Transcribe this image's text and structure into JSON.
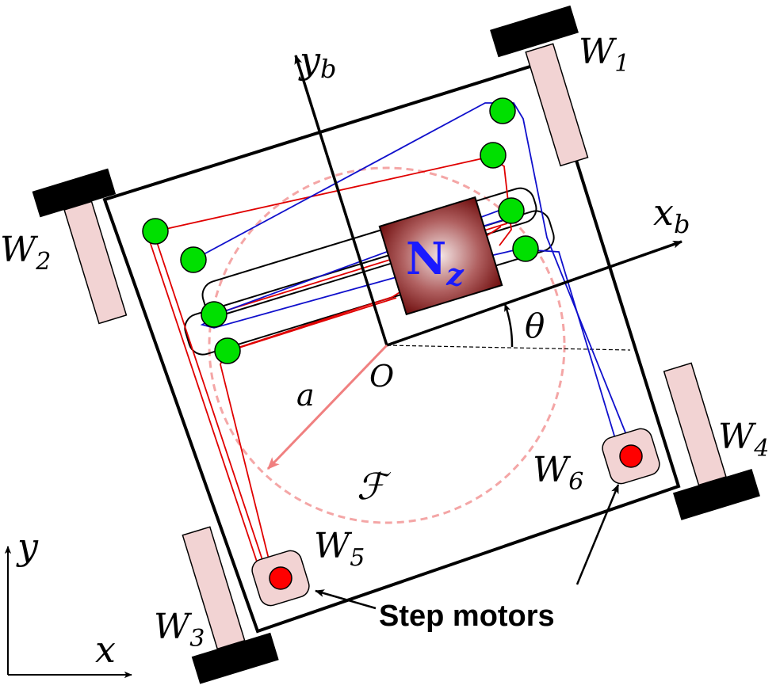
{
  "labels": {
    "yb": "y",
    "yb_sub": "b",
    "xb": "x",
    "xb_sub": "b",
    "w1": "W",
    "w1_sub": "1",
    "w2": "W",
    "w2_sub": "2",
    "w3": "W",
    "w3_sub": "3",
    "w4": "W",
    "w4_sub": "4",
    "w5": "W",
    "w5_sub": "5",
    "w6": "W",
    "w6_sub": "6",
    "nz": "N",
    "nz_sub": "z",
    "theta": "θ",
    "origin": "O",
    "radius": "a",
    "frame": "ℱ",
    "x": "x",
    "y": "y",
    "step_motors": "Step motors"
  },
  "colors": {
    "pulley": "#00e000",
    "motor": "#ff0000",
    "wheel_tire": "#000000",
    "wheel_body": "#f2d3d3",
    "red_cable": "#e00000",
    "blue_cable": "#1010cc",
    "circle": "#f4a6a6",
    "payload_dark": "#7a1010",
    "payload_light": "#f0dede"
  }
}
